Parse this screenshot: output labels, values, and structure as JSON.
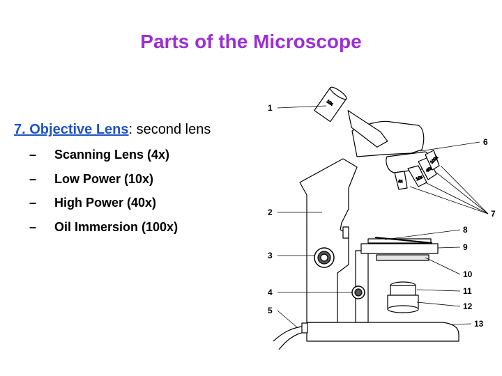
{
  "slide": {
    "title": "Parts of the Microscope",
    "heading": {
      "term": "7. Objective Lens",
      "rest": ": second lens"
    },
    "bullets": [
      {
        "dash": "–",
        "text": "Scanning Lens (4x)"
      },
      {
        "dash": "–",
        "text": "Low Power (10x)"
      },
      {
        "dash": "–",
        "text": "High Power (40x)"
      },
      {
        "dash": "–",
        "text": "Oil Immersion (100x)"
      }
    ]
  },
  "diagram": {
    "labels": [
      "1",
      "2",
      "3",
      "4",
      "5",
      "6",
      "7",
      "8",
      "9",
      "10",
      "11",
      "12",
      "13"
    ],
    "eyepiece_marking": "10x",
    "objective_markings": [
      "4x",
      "10x",
      "40x",
      "100x"
    ]
  },
  "colors": {
    "title": "#9b2fd6",
    "term": "#1f53c4"
  }
}
